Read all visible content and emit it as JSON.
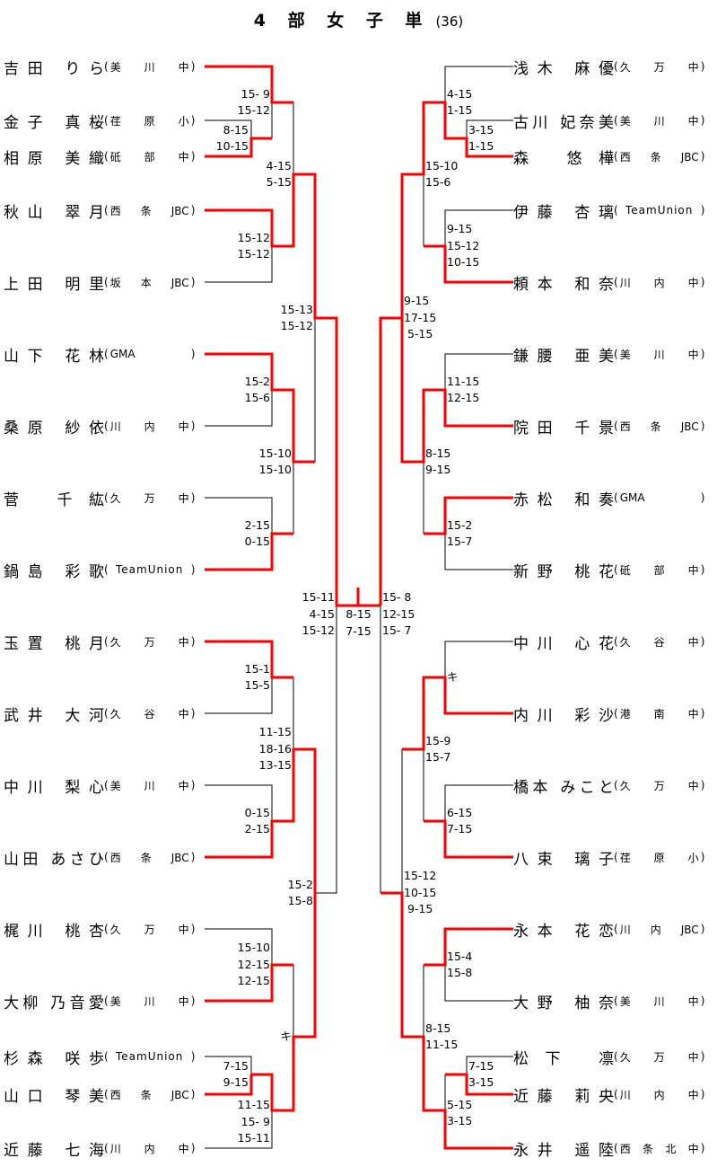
{
  "title": "4 部 女 子 単",
  "count": "(36)",
  "colors": {
    "winner_line": "#ff0000",
    "line": "#000000"
  },
  "left_players": [
    {
      "name": "吉田 りら",
      "team": "美川中"
    },
    {
      "name": "金子 真桜",
      "team": "荏原小"
    },
    {
      "name": "相原 美織",
      "team": "砥部中"
    },
    {
      "name": "秋山 翠月",
      "team": "西条JBC"
    },
    {
      "name": "上田 明里",
      "team": "坂本JBC"
    },
    {
      "name": "山下 花林",
      "team": "GMA"
    },
    {
      "name": "桑原 紗依",
      "team": "川内中"
    },
    {
      "name": "菅 千紘",
      "team": "久万中"
    },
    {
      "name": "鍋島 彩歌",
      "team": "TeamUnion"
    },
    {
      "name": "玉置 桃月",
      "team": "久万中"
    },
    {
      "name": "武井 大河",
      "team": "久谷中"
    },
    {
      "name": "中川 梨心",
      "team": "美川中"
    },
    {
      "name": "山田 あさひ",
      "team": "西条JBC"
    },
    {
      "name": "梶川 桃杏",
      "team": "久万中"
    },
    {
      "name": "大柳 乃音愛",
      "team": "美川中"
    },
    {
      "name": "杉森 咲歩",
      "team": "TeamUnion"
    },
    {
      "name": "山口 琴美",
      "team": "西条JBC"
    },
    {
      "name": "近藤 七海",
      "team": "川内中"
    }
  ],
  "right_players": [
    {
      "name": "浅木 麻優",
      "team": "久万中"
    },
    {
      "name": "古川 妃奈美",
      "team": "美川中"
    },
    {
      "name": "森 悠樺",
      "team": "西条JBC"
    },
    {
      "name": "伊藤 杏璃",
      "team": "TeamUnion"
    },
    {
      "name": "頼本 和奈",
      "team": "川内中"
    },
    {
      "name": "鎌腰 亜美",
      "team": "美川中"
    },
    {
      "name": "院田 千景",
      "team": "西条JBC"
    },
    {
      "name": "赤松 和奏",
      "team": "GMA"
    },
    {
      "name": "新野 桃花",
      "team": "砥部中"
    },
    {
      "name": "中川 心花",
      "team": "久谷中"
    },
    {
      "name": "内川 彩沙",
      "team": "港南中"
    },
    {
      "name": "橋本 みこと",
      "team": "久万中"
    },
    {
      "name": "八束 璃子",
      "team": "荏原小"
    },
    {
      "name": "永本 花恋",
      "team": "川内JBC"
    },
    {
      "name": "大野 柚奈",
      "team": "美川中"
    },
    {
      "name": "松下 凛",
      "team": "久万中"
    },
    {
      "name": "近藤 莉央",
      "team": "川内中"
    },
    {
      "name": "永井 遥陸",
      "team": "西条北中"
    }
  ],
  "left_scores": [
    [
      "15- 9",
      "15-12"
    ],
    [
      "8-15",
      "10-15"
    ],
    [
      "4-15",
      "5-15"
    ],
    [
      "15-12",
      "15-12"
    ],
    [
      "15-13",
      "15-12"
    ],
    [
      "15-2",
      "15-6"
    ],
    [
      "15-10",
      "15-10"
    ],
    [
      "2-15",
      "0-15"
    ],
    [
      "15-11",
      "4-15",
      "15-12"
    ],
    [
      "15-1",
      "15-5"
    ],
    [
      "11-15",
      "18-16",
      "13-15"
    ],
    [
      "0-15",
      "2-15"
    ],
    [
      "15-2",
      "15-8"
    ],
    [
      "15-10",
      "12-15",
      "12-15"
    ],
    [
      "キ"
    ],
    [
      "7-15",
      "9-15"
    ],
    [
      "11-15",
      "15- 9",
      "15-11"
    ]
  ],
  "final_scores": [
    "8-15",
    "7-15"
  ],
  "right_scores": [
    [
      "4-15",
      "1-15"
    ],
    [
      "3-15",
      "1-15"
    ],
    [
      "15-10",
      "15-6"
    ],
    [
      "9-15",
      "15-12",
      "10-15"
    ],
    [
      "9-15",
      "17-15",
      " 5-15"
    ],
    [
      "11-15",
      "12-15"
    ],
    [
      "8-15",
      "9-15"
    ],
    [
      "15-2",
      "15-7"
    ],
    [
      "15- 8",
      "12-15",
      "15- 7"
    ],
    [
      "キ"
    ],
    [
      "15-9",
      "15-7"
    ],
    [
      "6-15",
      "7-15"
    ],
    [
      "15-12",
      "10-15",
      " 9-15"
    ],
    [
      "15-4",
      "15-8"
    ],
    [
      "8-15",
      "11-15"
    ],
    [
      "7-15",
      "3-15"
    ],
    [
      "5-15",
      "3-15"
    ]
  ]
}
